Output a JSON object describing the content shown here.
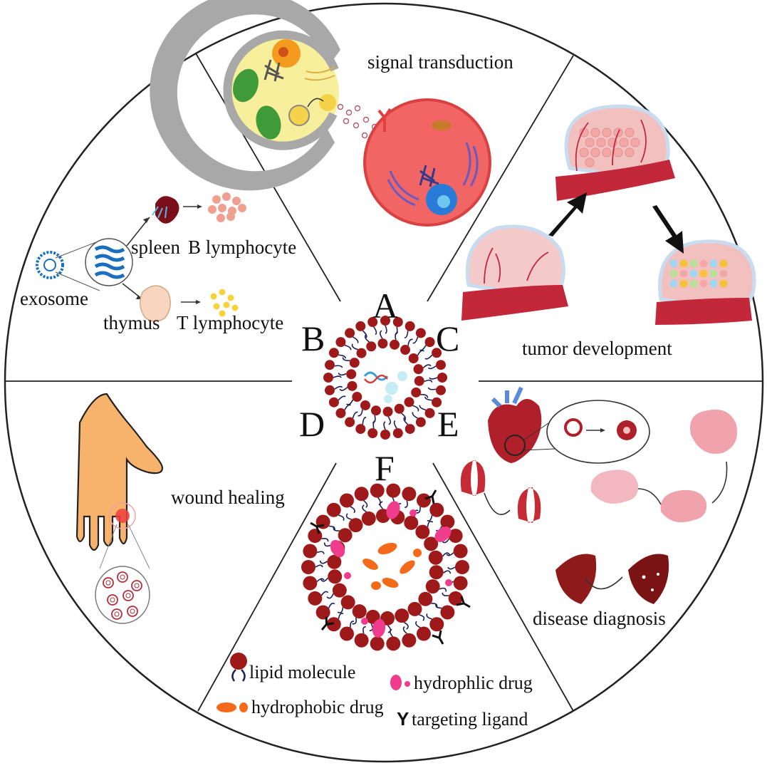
{
  "center_letters": {
    "a": "A",
    "b": "B",
    "c": "C",
    "d": "D",
    "e": "E",
    "f": "F"
  },
  "sections": {
    "signal": {
      "label": "signal transduction"
    },
    "immune": {
      "exosome": "exosome",
      "spleen": "spleen",
      "b_cell": "B lymphocyte",
      "thymus": "thymus",
      "t_cell": "T lymphocyte"
    },
    "tumor": {
      "label": "tumor development"
    },
    "wound": {
      "label": "wound healing"
    },
    "diagnosis": {
      "label": "disease diagnosis"
    }
  },
  "legend": {
    "lipid": "lipid molecule",
    "hydrophilic": "hydrophlic drug",
    "hydrophobic": "hydrophobic drug",
    "ligand": "targeting ligand",
    "ligand_glyph": "Y"
  },
  "colors": {
    "lipid_head": "#9e1a1a",
    "lipid_tail": "#1c1f5a",
    "cell_yellow": "#f7ef9c",
    "cell_red": "#f26565",
    "hydrophilic_drug": "#f03c8c",
    "hydrophobic_drug": "#f36b1a",
    "skin": "#f7b36c",
    "tumor_pink": "#f3c9c9",
    "organ_red": "#b0202a"
  }
}
